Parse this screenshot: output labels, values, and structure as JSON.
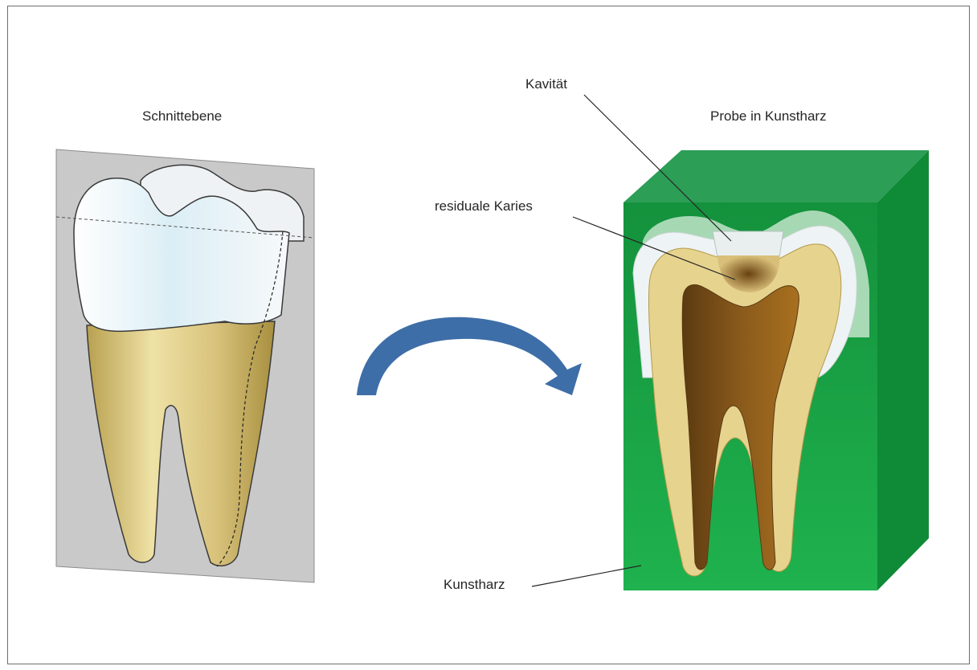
{
  "labels": {
    "left_title": "Schnittebene",
    "right_title": "Probe in Kunstharz",
    "cavity": "Kavität",
    "residual_caries": "residuale Karies",
    "resin": "Kunstharz"
  },
  "colors": {
    "plane_gray": "#c9c9c9",
    "enamel": "#f3f6f8",
    "dentin": "#ddcb8a",
    "pulp": "#7a4e18",
    "resin_green": "#1aa64a",
    "arrow_blue": "#3e6ea8"
  },
  "icons": {
    "arrow": "curved-arrow-icon"
  }
}
